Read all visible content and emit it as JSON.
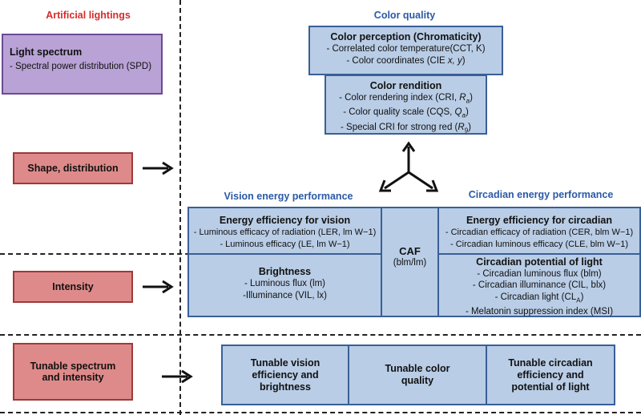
{
  "left_header": "Artificial lightings",
  "light_spectrum": {
    "title": "Light spectrum",
    "item": "- Spectral power distribution (SPD)"
  },
  "left_rows": {
    "shape": "Shape, distribution",
    "intensity": "Intensity",
    "tunable_1": "Tunable spectrum",
    "tunable_2": "and intensity"
  },
  "color_quality": {
    "title": "Color quality",
    "perception": {
      "title": "Color perception (Chromaticity)",
      "line1": "- Correlated color temperature(CCT, K)",
      "line2_pre": "- Color coordinates (CIE ",
      "line2_it": "x, y",
      "line2_post": ")"
    },
    "rendition": {
      "title": "Color rendition",
      "line1_pre": "- Color rendering index (CRI, ",
      "line1_it": "R",
      "line1_sub": "a",
      "line1_post": ")",
      "line2_pre": "- Color quality scale (CQS, ",
      "line2_it": "Q",
      "line2_sub": "a",
      "line2_post": ")",
      "line3_pre": "- Special CRI for strong red (",
      "line3_it": "R",
      "line3_sub": "9",
      "line3_post": ")"
    }
  },
  "vision": {
    "title": "Vision energy performance",
    "efficiency": {
      "title": "Energy efficiency for vision",
      "line1": "- Luminous efficacy of radiation (LER, lm W−1)",
      "line2": "- Luminous efficacy (LE, lm W−1)"
    },
    "brightness": {
      "title": "Brightness",
      "line1": "- Luminous flux (lm)",
      "line2": "-Illuminance (VIL, lx)"
    }
  },
  "caf": {
    "title": "CAF",
    "unit": "(blm/lm)"
  },
  "circadian": {
    "title": "Circadian energy performance",
    "efficiency": {
      "title": "Energy efficiency for circadian",
      "line1": "- Circadian efficacy of radiation (CER, blm W−1)",
      "line2": "- Circadian luminous efficacy (CLE, blm W−1)"
    },
    "potential": {
      "title": "Circadian potential of light",
      "line1": "- Circadian luminous flux (blm)",
      "line2": "- Circadian illuminance (CIL, blx)",
      "line3_pre": "- Circadian light (CL",
      "line3_sub": "A",
      "line3_post": ")",
      "line4": "- Melatonin suppression index (MSI)"
    }
  },
  "tunable": {
    "vision": "Tunable vision efficiency and brightness",
    "color": "Tunable color quality",
    "circadian": "Tunable circadian efficiency and potential of light"
  },
  "colors": {
    "blue_fill": "#b9cde6",
    "blue_border": "#3a5f97",
    "red_fill": "#df8a8a",
    "purple_fill": "#b9a2d6",
    "header_red": "#d62b2b",
    "title_blue": "#2a5aa6"
  }
}
